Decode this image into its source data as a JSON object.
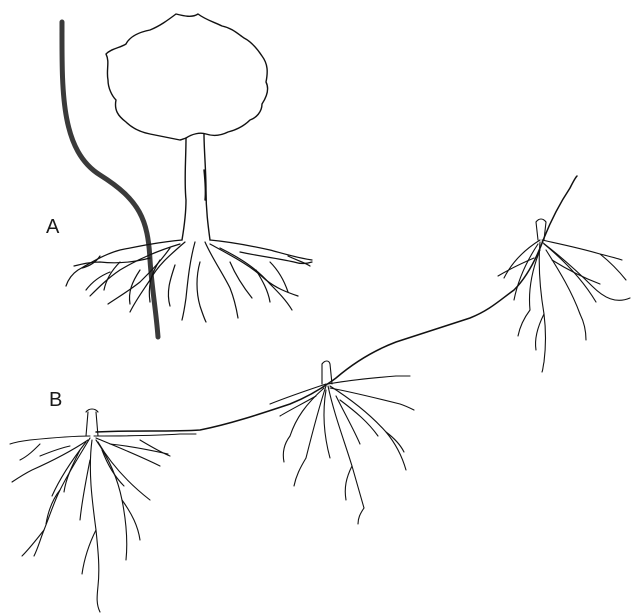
{
  "labels": {
    "a": "A",
    "b": "B"
  },
  "colors": {
    "ink": "#111111",
    "line": "#3a3a3a",
    "background": "#ffffff"
  },
  "panels": {
    "a": {
      "depicts": [
        "tree-crown",
        "trunk",
        "root-system",
        "curved-line"
      ]
    },
    "b": {
      "depicts": [
        "root-cluster",
        "root-cluster",
        "root-cluster",
        "connecting-rhizome"
      ]
    }
  }
}
